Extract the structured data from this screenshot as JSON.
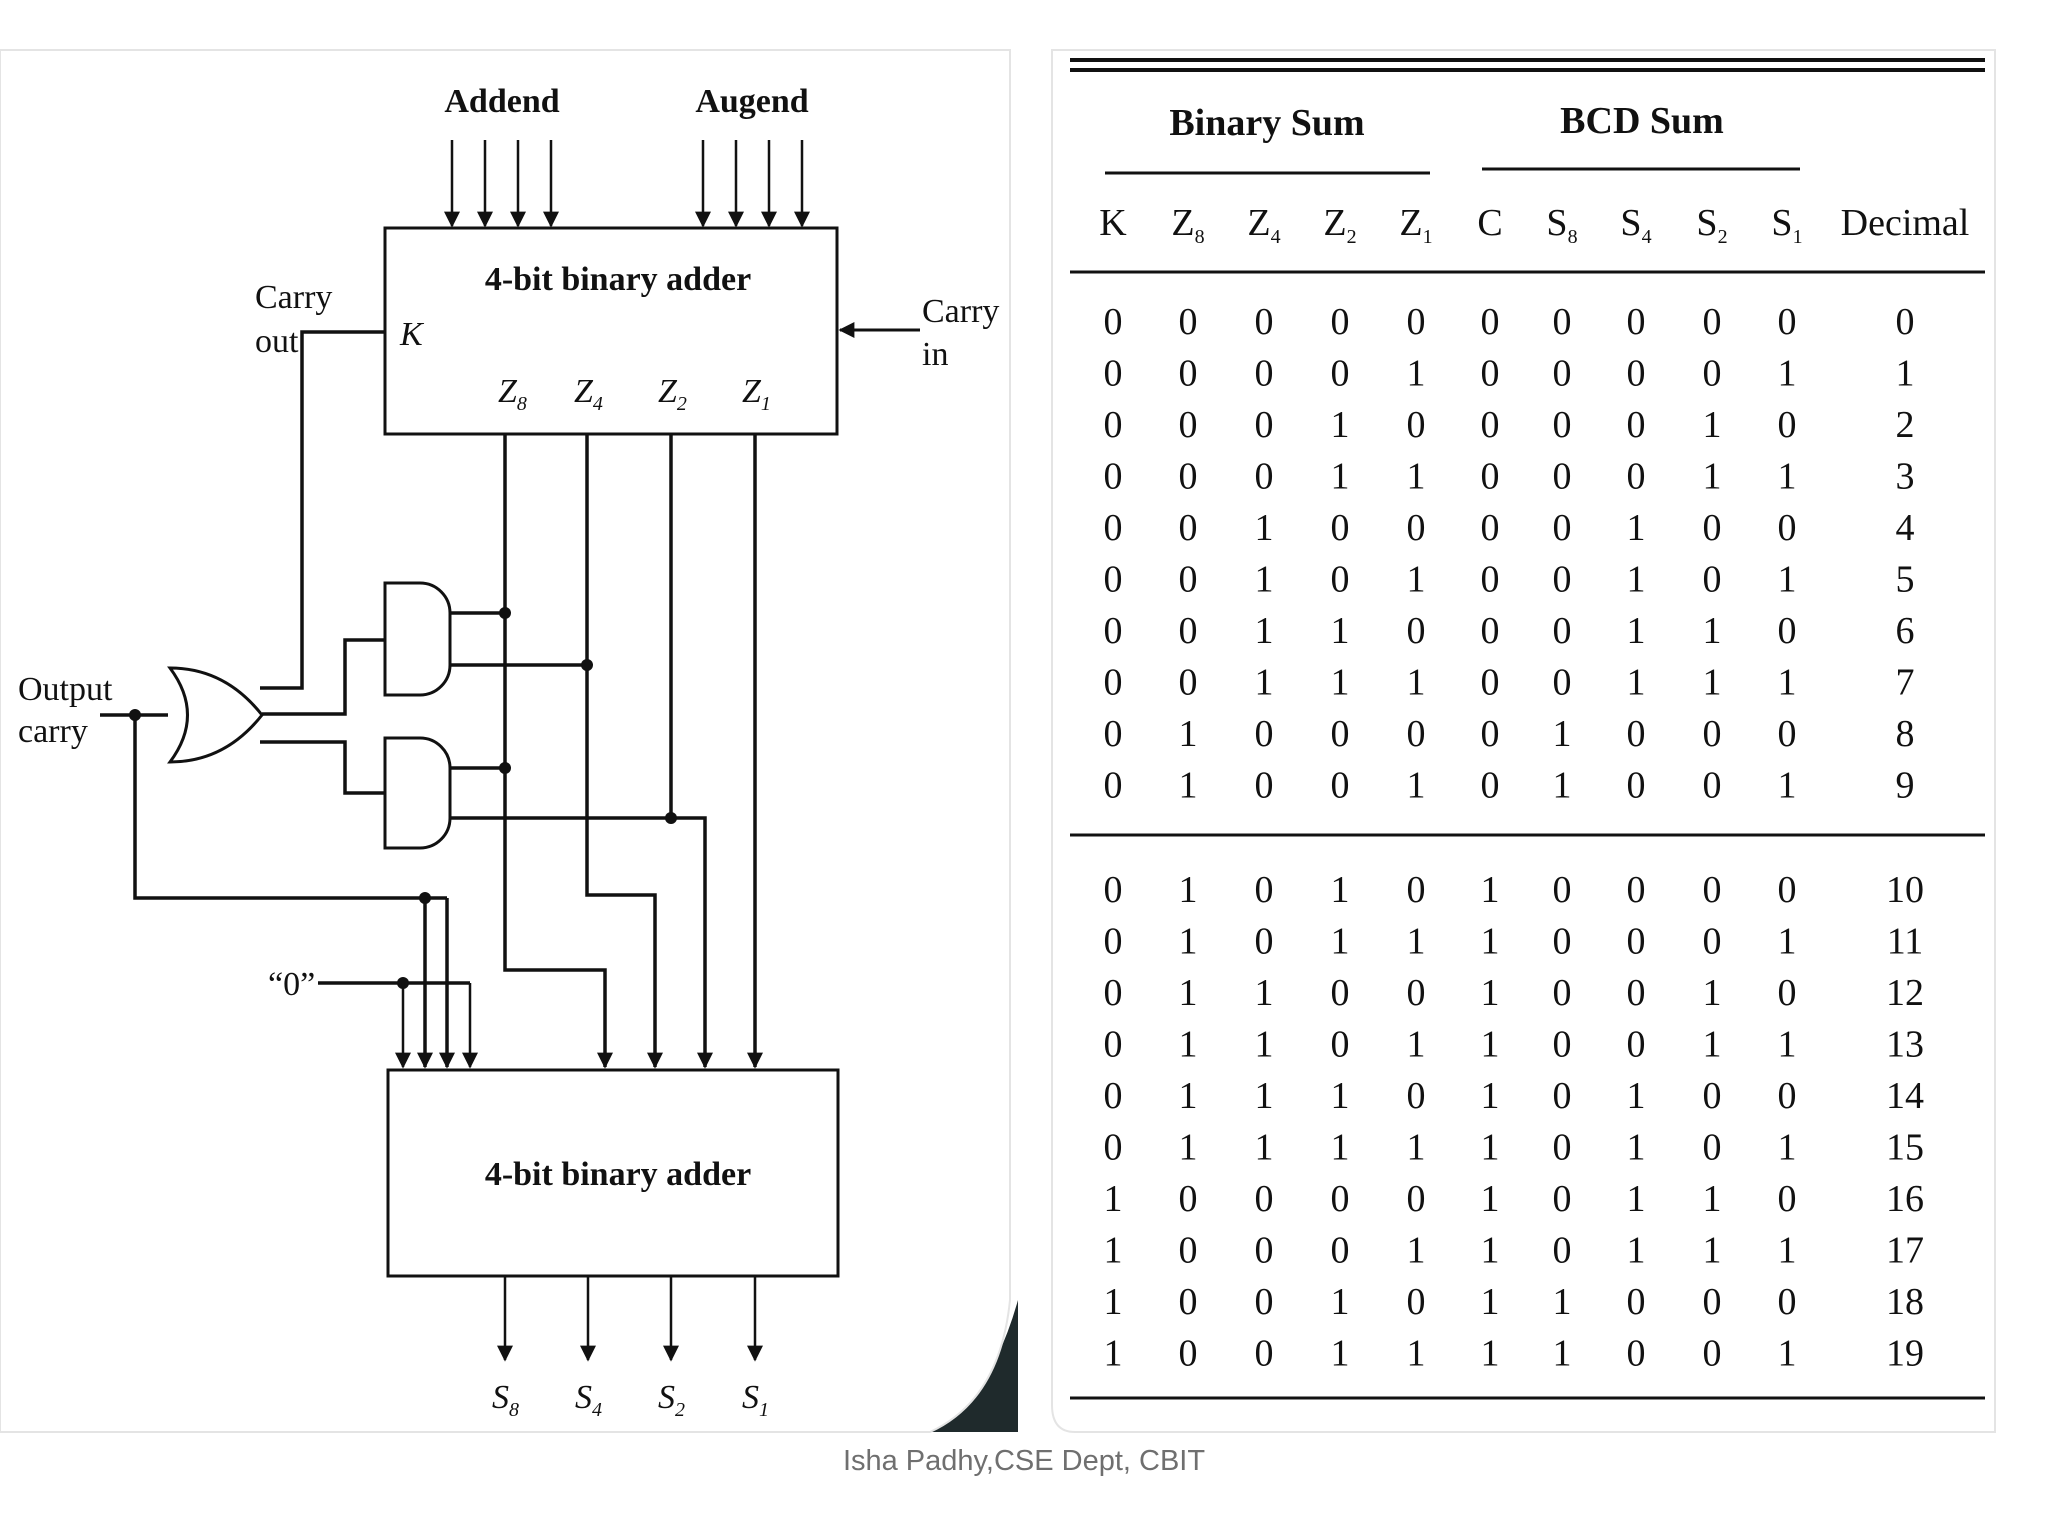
{
  "diagram": {
    "addend_label": "Addend",
    "augend_label": "Augend",
    "top_adder_label": "4-bit binary adder",
    "bottom_adder_label": "4-bit binary adder",
    "carry_out_label": [
      "Carry",
      "out"
    ],
    "carry_in_label": [
      "Carry",
      "in"
    ],
    "k_label": "K",
    "output_carry_label": [
      "Output",
      "carry"
    ],
    "zero_label": "“0”",
    "z_outputs": [
      {
        "main": "Z",
        "sub": "8"
      },
      {
        "main": "Z",
        "sub": "4"
      },
      {
        "main": "Z",
        "sub": "2"
      },
      {
        "main": "Z",
        "sub": "1"
      }
    ],
    "s_outputs": [
      {
        "main": "S",
        "sub": "8"
      },
      {
        "main": "S",
        "sub": "4"
      },
      {
        "main": "S",
        "sub": "2"
      },
      {
        "main": "S",
        "sub": "1"
      }
    ]
  },
  "table": {
    "group_binary": "Binary Sum",
    "group_bcd": "BCD Sum",
    "columns": [
      {
        "main": "K",
        "sub": ""
      },
      {
        "main": "Z",
        "sub": "8"
      },
      {
        "main": "Z",
        "sub": "4"
      },
      {
        "main": "Z",
        "sub": "2"
      },
      {
        "main": "Z",
        "sub": "1"
      },
      {
        "main": "C",
        "sub": ""
      },
      {
        "main": "S",
        "sub": "8"
      },
      {
        "main": "S",
        "sub": "4"
      },
      {
        "main": "S",
        "sub": "2"
      },
      {
        "main": "S",
        "sub": "1"
      },
      {
        "main": "Decimal",
        "sub": ""
      }
    ],
    "rows": [
      [
        "0",
        "0",
        "0",
        "0",
        "0",
        "0",
        "0",
        "0",
        "0",
        "0",
        "0"
      ],
      [
        "0",
        "0",
        "0",
        "0",
        "1",
        "0",
        "0",
        "0",
        "0",
        "1",
        "1"
      ],
      [
        "0",
        "0",
        "0",
        "1",
        "0",
        "0",
        "0",
        "0",
        "1",
        "0",
        "2"
      ],
      [
        "0",
        "0",
        "0",
        "1",
        "1",
        "0",
        "0",
        "0",
        "1",
        "1",
        "3"
      ],
      [
        "0",
        "0",
        "1",
        "0",
        "0",
        "0",
        "0",
        "1",
        "0",
        "0",
        "4"
      ],
      [
        "0",
        "0",
        "1",
        "0",
        "1",
        "0",
        "0",
        "1",
        "0",
        "1",
        "5"
      ],
      [
        "0",
        "0",
        "1",
        "1",
        "0",
        "0",
        "0",
        "1",
        "1",
        "0",
        "6"
      ],
      [
        "0",
        "0",
        "1",
        "1",
        "1",
        "0",
        "0",
        "1",
        "1",
        "1",
        "7"
      ],
      [
        "0",
        "1",
        "0",
        "0",
        "0",
        "0",
        "1",
        "0",
        "0",
        "0",
        "8"
      ],
      [
        "0",
        "1",
        "0",
        "0",
        "1",
        "0",
        "1",
        "0",
        "0",
        "1",
        "9"
      ],
      [
        "0",
        "1",
        "0",
        "1",
        "0",
        "1",
        "0",
        "0",
        "0",
        "0",
        "10"
      ],
      [
        "0",
        "1",
        "0",
        "1",
        "1",
        "1",
        "0",
        "0",
        "0",
        "1",
        "11"
      ],
      [
        "0",
        "1",
        "1",
        "0",
        "0",
        "1",
        "0",
        "0",
        "1",
        "0",
        "12"
      ],
      [
        "0",
        "1",
        "1",
        "0",
        "1",
        "1",
        "0",
        "0",
        "1",
        "1",
        "13"
      ],
      [
        "0",
        "1",
        "1",
        "1",
        "0",
        "1",
        "0",
        "1",
        "0",
        "0",
        "14"
      ],
      [
        "0",
        "1",
        "1",
        "1",
        "1",
        "1",
        "0",
        "1",
        "0",
        "1",
        "15"
      ],
      [
        "1",
        "0",
        "0",
        "0",
        "0",
        "1",
        "0",
        "1",
        "1",
        "0",
        "16"
      ],
      [
        "1",
        "0",
        "0",
        "0",
        "1",
        "1",
        "0",
        "1",
        "1",
        "1",
        "17"
      ],
      [
        "1",
        "0",
        "0",
        "1",
        "0",
        "1",
        "1",
        "0",
        "0",
        "0",
        "18"
      ],
      [
        "1",
        "0",
        "0",
        "1",
        "1",
        "1",
        "1",
        "0",
        "0",
        "1",
        "19"
      ]
    ]
  },
  "footer": "Isha Padhy,CSE Dept, CBIT"
}
